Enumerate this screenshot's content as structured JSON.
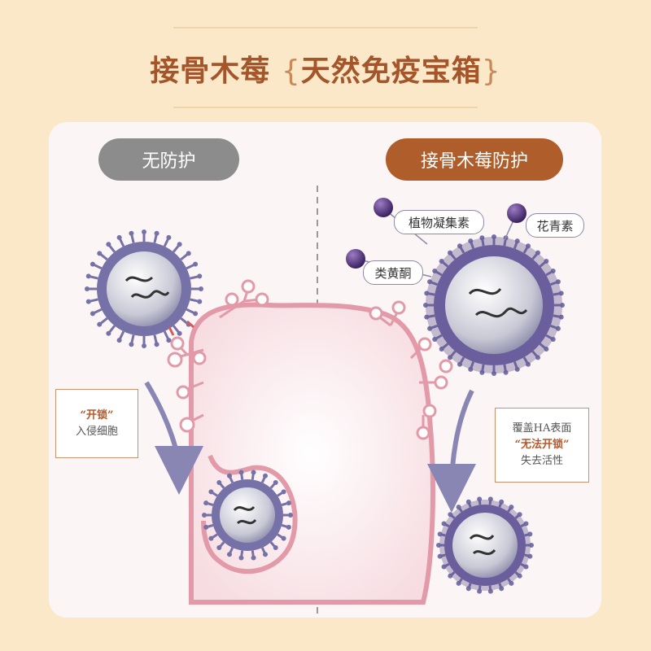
{
  "header": {
    "title": "接骨木莓",
    "subtitle": "天然免疫宝箱",
    "brace_open": "{",
    "brace_close": "}"
  },
  "left": {
    "label": "无防护",
    "note_highlight": "“开锁”",
    "note_text": "入侵细胞"
  },
  "right": {
    "label": "接骨木莓防护",
    "tags": [
      "植物凝集素",
      "花青素",
      "类黄酮"
    ],
    "note_line1": "覆盖HA表面",
    "note_highlight": "“无法开锁”",
    "note_line3": "失去活性"
  },
  "colors": {
    "background": "#fae8c9",
    "title": "#a4552a",
    "gray_pill": "#8c8c8c",
    "brown_pill": "#b05d2c",
    "virus": "#7672a8",
    "cell_membrane": "#e39aa8",
    "berry": "#4a2d6e",
    "arrow": "#8a86b4"
  }
}
